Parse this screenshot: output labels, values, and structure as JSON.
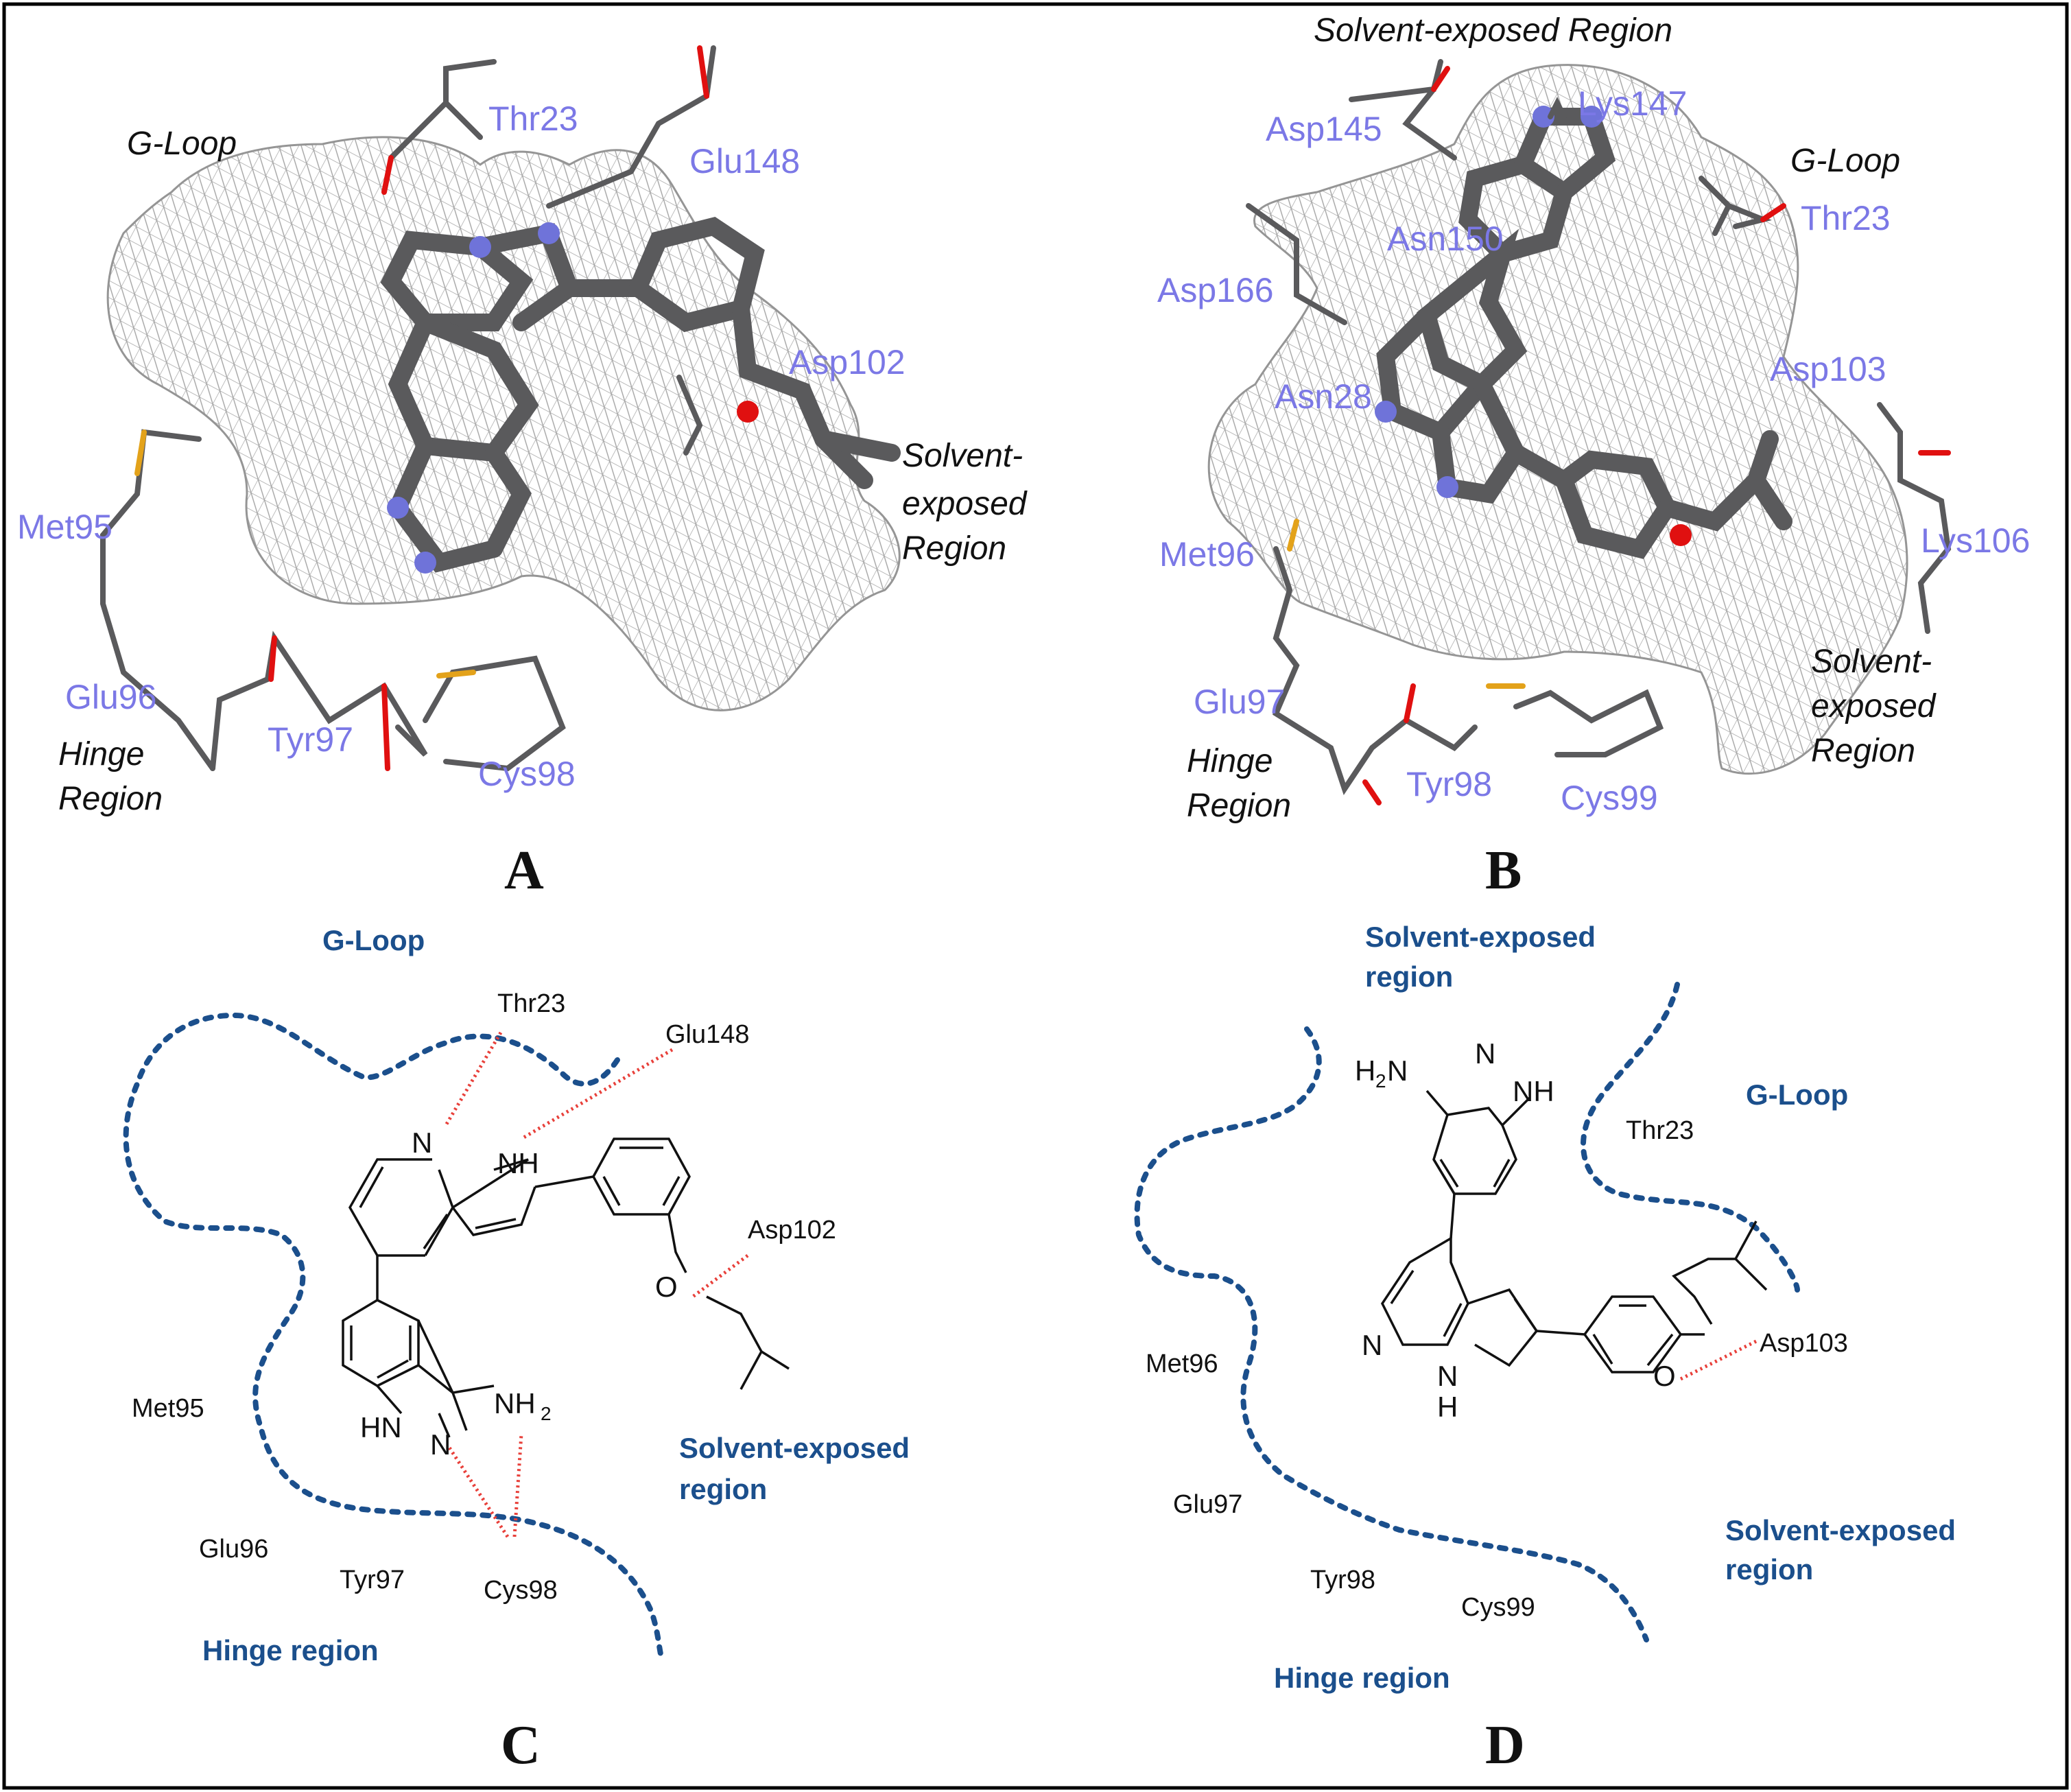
{
  "panels": {
    "A": {
      "letter": "A",
      "residues": [
        "Thr23",
        "Glu148",
        "Asp102",
        "Met95",
        "Glu96",
        "Tyr97",
        "Cys98"
      ],
      "regions": {
        "g_loop": "G-Loop",
        "solvent_1": "Solvent-",
        "solvent_2": "exposed",
        "solvent_3": "Region",
        "hinge_1": "Hinge",
        "hinge_2": "Region"
      }
    },
    "B": {
      "letter": "B",
      "residues": [
        "Asp145",
        "Lys147",
        "Thr23",
        "Asn150",
        "Asp166",
        "Asp103",
        "Asn28",
        "Lys106",
        "Met96",
        "Glu97",
        "Tyr98",
        "Cys99"
      ],
      "regions": {
        "solvent_top": "Solvent-exposed Region",
        "g_loop": "G-Loop",
        "solvent_1": "Solvent-",
        "solvent_2": "exposed",
        "solvent_3": "Region",
        "hinge_1": "Hinge",
        "hinge_2": "Region"
      }
    },
    "C": {
      "letter": "C",
      "residues": {
        "thr": "Thr23",
        "glu148": "Glu148",
        "asp": "Asp102",
        "met": "Met95",
        "glu96": "Glu96",
        "tyr": "Tyr97",
        "cys": "Cys98"
      },
      "regions": {
        "g_loop": "G-Loop",
        "solvent_1": "Solvent-exposed",
        "solvent_2": "region",
        "hinge": "Hinge region"
      },
      "atoms": {
        "n_pyr": "N",
        "nh": "NH",
        "o": "O",
        "hn": "HN",
        "n_ind": "N",
        "nh2": "NH",
        "nh2_sub": "2"
      }
    },
    "D": {
      "letter": "D",
      "residues": {
        "thr": "Thr23",
        "asp": "Asp103",
        "met": "Met96",
        "glu": "Glu97",
        "tyr": "Tyr98",
        "cys": "Cys99"
      },
      "regions": {
        "solvent_top_1": "Solvent-exposed",
        "solvent_top_2": "region",
        "g_loop": "G-Loop",
        "solvent_1": "Solvent-exposed",
        "solvent_2": "region",
        "hinge": "Hinge region"
      },
      "atoms": {
        "h2n": "H",
        "h2n_sub": "2",
        "h2n_n": "N",
        "n_ind": "N",
        "nh_ind": "NH",
        "n_pyr": "N",
        "n_h": "N",
        "h": "H",
        "o": "O"
      }
    }
  },
  "colors": {
    "residue_label": "#7b78e6",
    "region_2d": "#1b4f8c",
    "interaction_line": "#e8403a",
    "pocket_dots": "#1b4f8c",
    "stick_carbon": "#5a5a5c",
    "stick_nitrogen": "#6f73d9",
    "stick_oxygen": "#e01010",
    "stick_sulfur": "#e3a21a"
  }
}
